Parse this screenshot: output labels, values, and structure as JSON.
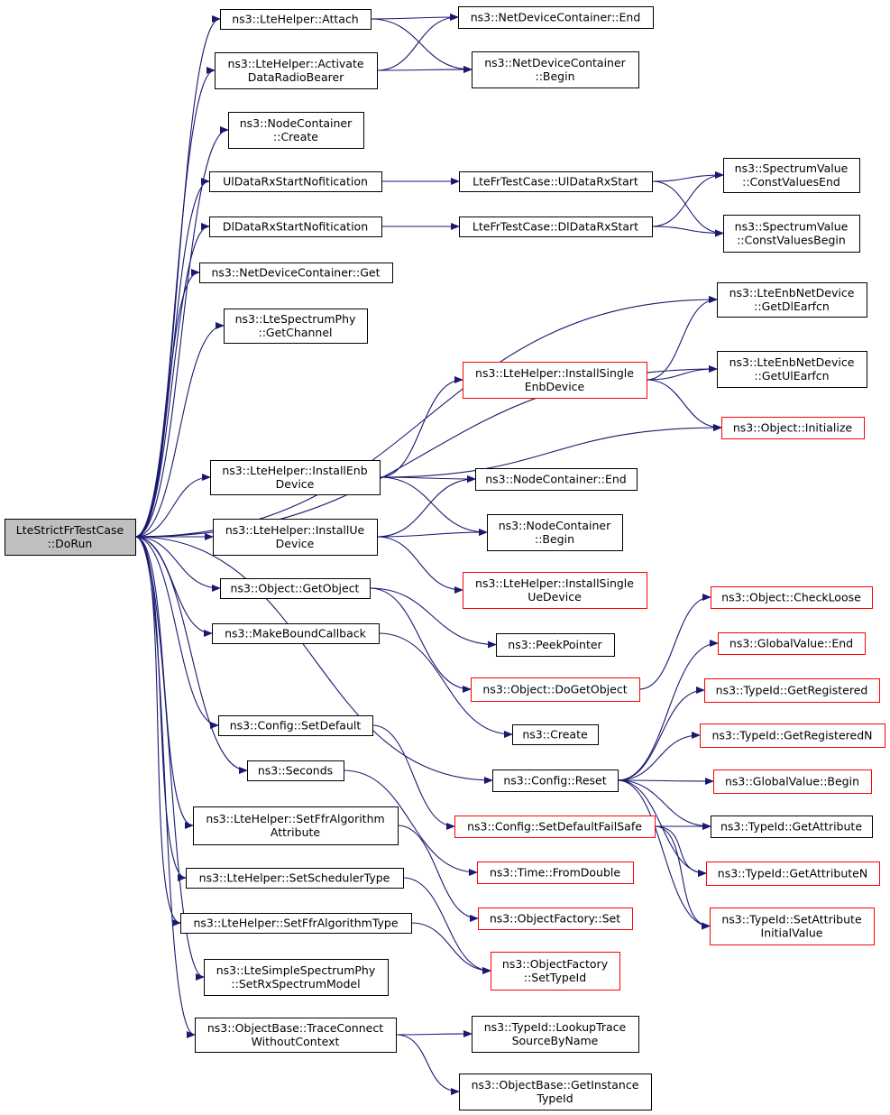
{
  "colors": {
    "edge": "#191970",
    "border_normal": "#000000",
    "border_external": "#ff0000",
    "root_fill": "#bfbfbf",
    "node_fill": "#ffffff"
  },
  "nodes": [
    {
      "id": "root",
      "lines": [
        "LteStrictFrTestCase",
        "::DoRun"
      ],
      "style": "root"
    },
    {
      "id": "attach",
      "lines": [
        "ns3::LteHelper::Attach"
      ],
      "style": "normal"
    },
    {
      "id": "activate",
      "lines": [
        "ns3::LteHelper::Activate",
        "DataRadioBearer"
      ],
      "style": "normal"
    },
    {
      "id": "nc_create",
      "lines": [
        "ns3::NodeContainer",
        "::Create"
      ],
      "style": "normal"
    },
    {
      "id": "ul_notif",
      "lines": [
        "UlDataRxStartNofitication"
      ],
      "style": "normal"
    },
    {
      "id": "dl_notif",
      "lines": [
        "DlDataRxStartNofitication"
      ],
      "style": "normal"
    },
    {
      "id": "ndc_get",
      "lines": [
        "ns3::NetDeviceContainer::Get"
      ],
      "style": "normal"
    },
    {
      "id": "getchannel",
      "lines": [
        "ns3::LteSpectrumPhy",
        "::GetChannel"
      ],
      "style": "normal"
    },
    {
      "id": "install_enb",
      "lines": [
        "ns3::LteHelper::InstallEnb",
        "Device"
      ],
      "style": "normal"
    },
    {
      "id": "install_ue",
      "lines": [
        "ns3::LteHelper::InstallUe",
        "Device"
      ],
      "style": "normal"
    },
    {
      "id": "getobject",
      "lines": [
        "ns3::Object::GetObject"
      ],
      "style": "normal"
    },
    {
      "id": "makebound",
      "lines": [
        "ns3::MakeBoundCallback"
      ],
      "style": "normal"
    },
    {
      "id": "setdefault",
      "lines": [
        "ns3::Config::SetDefault"
      ],
      "style": "normal"
    },
    {
      "id": "seconds",
      "lines": [
        "ns3::Seconds"
      ],
      "style": "normal"
    },
    {
      "id": "setffr_attr",
      "lines": [
        "ns3::LteHelper::SetFfrAlgorithm",
        "Attribute"
      ],
      "style": "normal"
    },
    {
      "id": "setsched",
      "lines": [
        "ns3::LteHelper::SetSchedulerType"
      ],
      "style": "normal"
    },
    {
      "id": "setffr_type",
      "lines": [
        "ns3::LteHelper::SetFfrAlgorithmType"
      ],
      "style": "normal"
    },
    {
      "id": "setrxmodel",
      "lines": [
        "ns3::LteSimpleSpectrumPhy",
        "::SetRxSpectrumModel"
      ],
      "style": "normal"
    },
    {
      "id": "traceconnect",
      "lines": [
        "ns3::ObjectBase::TraceConnect",
        "WithoutContext"
      ],
      "style": "normal"
    },
    {
      "id": "ndc_end",
      "lines": [
        "ns3::NetDeviceContainer::End"
      ],
      "style": "normal"
    },
    {
      "id": "ndc_begin",
      "lines": [
        "ns3::NetDeviceContainer",
        "::Begin"
      ],
      "style": "normal"
    },
    {
      "id": "ul_rxstart",
      "lines": [
        "LteFrTestCase::UlDataRxStart"
      ],
      "style": "normal"
    },
    {
      "id": "dl_rxstart",
      "lines": [
        "LteFrTestCase::DlDataRxStart"
      ],
      "style": "normal"
    },
    {
      "id": "sv_end",
      "lines": [
        "ns3::SpectrumValue",
        "::ConstValuesEnd"
      ],
      "style": "normal"
    },
    {
      "id": "sv_begin",
      "lines": [
        "ns3::SpectrumValue",
        "::ConstValuesBegin"
      ],
      "style": "normal"
    },
    {
      "id": "enb_dl",
      "lines": [
        "ns3::LteEnbNetDevice",
        "::GetDlEarfcn"
      ],
      "style": "normal"
    },
    {
      "id": "enb_ul",
      "lines": [
        "ns3::LteEnbNetDevice",
        "::GetUlEarfcn"
      ],
      "style": "normal"
    },
    {
      "id": "install_single_enb",
      "lines": [
        "ns3::LteHelper::InstallSingle",
        "EnbDevice"
      ],
      "style": "external"
    },
    {
      "id": "obj_init",
      "lines": [
        "ns3::Object::Initialize"
      ],
      "style": "external"
    },
    {
      "id": "nc_end",
      "lines": [
        "ns3::NodeContainer::End"
      ],
      "style": "normal"
    },
    {
      "id": "nc_begin",
      "lines": [
        "ns3::NodeContainer",
        "::Begin"
      ],
      "style": "normal"
    },
    {
      "id": "install_single_ue",
      "lines": [
        "ns3::LteHelper::InstallSingle",
        "UeDevice"
      ],
      "style": "external"
    },
    {
      "id": "peekpointer",
      "lines": [
        "ns3::PeekPointer"
      ],
      "style": "normal"
    },
    {
      "id": "dogetobject",
      "lines": [
        "ns3::Object::DoGetObject"
      ],
      "style": "external"
    },
    {
      "id": "create",
      "lines": [
        "ns3::Create"
      ],
      "style": "normal"
    },
    {
      "id": "config_reset",
      "lines": [
        "ns3::Config::Reset"
      ],
      "style": "normal"
    },
    {
      "id": "setdefaultfailsafe",
      "lines": [
        "ns3::Config::SetDefaultFailSafe"
      ],
      "style": "external"
    },
    {
      "id": "fromdouble",
      "lines": [
        "ns3::Time::FromDouble"
      ],
      "style": "external"
    },
    {
      "id": "of_set",
      "lines": [
        "ns3::ObjectFactory::Set"
      ],
      "style": "external"
    },
    {
      "id": "of_settypeid",
      "lines": [
        "ns3::ObjectFactory",
        "::SetTypeId"
      ],
      "style": "external"
    },
    {
      "id": "lookuptrace",
      "lines": [
        "ns3::TypeId::LookupTrace",
        "SourceByName"
      ],
      "style": "normal"
    },
    {
      "id": "getinstancetypeid",
      "lines": [
        "ns3::ObjectBase::GetInstance",
        "TypeId"
      ],
      "style": "normal"
    },
    {
      "id": "checkloose",
      "lines": [
        "ns3::Object::CheckLoose"
      ],
      "style": "external"
    },
    {
      "id": "gv_end",
      "lines": [
        "ns3::GlobalValue::End"
      ],
      "style": "external"
    },
    {
      "id": "getregistered",
      "lines": [
        "ns3::TypeId::GetRegistered"
      ],
      "style": "external"
    },
    {
      "id": "getregisteredn",
      "lines": [
        "ns3::TypeId::GetRegisteredN"
      ],
      "style": "external"
    },
    {
      "id": "gv_begin",
      "lines": [
        "ns3::GlobalValue::Begin"
      ],
      "style": "external"
    },
    {
      "id": "getattribute",
      "lines": [
        "ns3::TypeId::GetAttribute"
      ],
      "style": "normal"
    },
    {
      "id": "getattributen",
      "lines": [
        "ns3::TypeId::GetAttributeN"
      ],
      "style": "external"
    },
    {
      "id": "setattrinit",
      "lines": [
        "ns3::TypeId::SetAttribute",
        "InitialValue"
      ],
      "style": "external"
    }
  ],
  "edges": [
    [
      "root",
      "attach"
    ],
    [
      "root",
      "activate"
    ],
    [
      "root",
      "nc_create"
    ],
    [
      "root",
      "ul_notif"
    ],
    [
      "root",
      "dl_notif"
    ],
    [
      "root",
      "ndc_get"
    ],
    [
      "root",
      "getchannel"
    ],
    [
      "root",
      "enb_dl"
    ],
    [
      "root",
      "enb_ul"
    ],
    [
      "root",
      "install_enb"
    ],
    [
      "root",
      "install_ue"
    ],
    [
      "root",
      "getobject"
    ],
    [
      "root",
      "makebound"
    ],
    [
      "root",
      "config_reset"
    ],
    [
      "root",
      "setdefault"
    ],
    [
      "root",
      "seconds"
    ],
    [
      "root",
      "setffr_attr"
    ],
    [
      "root",
      "setsched"
    ],
    [
      "root",
      "setffr_type"
    ],
    [
      "root",
      "setrxmodel"
    ],
    [
      "root",
      "traceconnect"
    ],
    [
      "attach",
      "ndc_end"
    ],
    [
      "attach",
      "ndc_begin"
    ],
    [
      "activate",
      "ndc_end"
    ],
    [
      "activate",
      "ndc_begin"
    ],
    [
      "ul_notif",
      "ul_rxstart"
    ],
    [
      "dl_notif",
      "dl_rxstart"
    ],
    [
      "ul_rxstart",
      "sv_end"
    ],
    [
      "ul_rxstart",
      "sv_begin"
    ],
    [
      "dl_rxstart",
      "sv_end"
    ],
    [
      "dl_rxstart",
      "sv_begin"
    ],
    [
      "install_enb",
      "install_single_enb"
    ],
    [
      "install_enb",
      "obj_init"
    ],
    [
      "install_enb",
      "nc_end"
    ],
    [
      "install_enb",
      "nc_begin"
    ],
    [
      "install_single_enb",
      "enb_dl"
    ],
    [
      "install_single_enb",
      "enb_ul"
    ],
    [
      "install_single_enb",
      "obj_init"
    ],
    [
      "install_ue",
      "nc_end"
    ],
    [
      "install_ue",
      "nc_begin"
    ],
    [
      "install_ue",
      "install_single_ue"
    ],
    [
      "getobject",
      "peekpointer"
    ],
    [
      "getobject",
      "dogetobject"
    ],
    [
      "dogetobject",
      "checkloose"
    ],
    [
      "makebound",
      "create"
    ],
    [
      "setdefault",
      "setdefaultfailsafe"
    ],
    [
      "seconds",
      "fromdouble"
    ],
    [
      "setffr_attr",
      "of_set"
    ],
    [
      "setsched",
      "of_settypeid"
    ],
    [
      "setffr_type",
      "of_settypeid"
    ],
    [
      "traceconnect",
      "lookuptrace"
    ],
    [
      "traceconnect",
      "getinstancetypeid"
    ],
    [
      "config_reset",
      "gv_end"
    ],
    [
      "config_reset",
      "getregistered"
    ],
    [
      "config_reset",
      "getregisteredn"
    ],
    [
      "config_reset",
      "gv_begin"
    ],
    [
      "config_reset",
      "getattribute"
    ],
    [
      "config_reset",
      "getattributen"
    ],
    [
      "config_reset",
      "setattrinit"
    ],
    [
      "setdefaultfailsafe",
      "getattribute"
    ],
    [
      "setdefaultfailsafe",
      "getattributen"
    ],
    [
      "setdefaultfailsafe",
      "setattrinit"
    ]
  ]
}
